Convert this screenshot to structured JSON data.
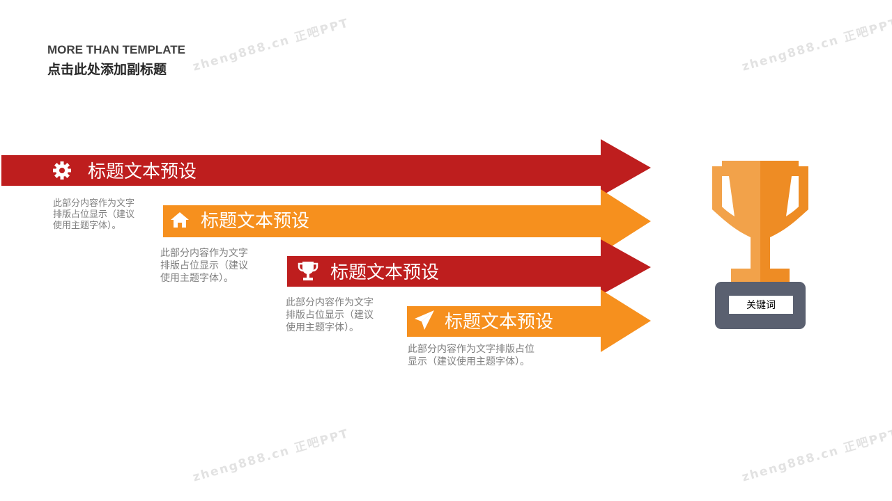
{
  "header": {
    "title": "MORE THAN TEMPLATE",
    "subtitle": "点击此处添加副标题"
  },
  "watermark": {
    "text": "zheng888.cn 正吧PPT"
  },
  "colors": {
    "red": "#BE1E1E",
    "orange": "#F6901E",
    "trophy_light": "#F2A24A",
    "trophy_dark": "#EE8C24",
    "base": "#5A6070"
  },
  "rows": [
    {
      "icon": "gear-icon",
      "title": "标题文本预设",
      "desc_lines": [
        "此部分内容作为文字",
        "排版占位显示（建议",
        "使用主题字体）。"
      ]
    },
    {
      "icon": "home-icon",
      "title": "标题文本预设",
      "desc_lines": [
        "此部分内容作为文字",
        "排版占位显示（建议",
        "使用主题字体）。"
      ]
    },
    {
      "icon": "trophy-icon",
      "title": "标题文本预设",
      "desc_lines": [
        "此部分内容作为文字",
        "排版占位显示（建议",
        "使用主题字体）。"
      ]
    },
    {
      "icon": "paper-plane-icon",
      "title": "标题文本预设",
      "desc_lines": [
        "此部分内容作为文字排版占位",
        "显示（建议使用主题字体）。"
      ]
    }
  ],
  "trophy": {
    "keyword": "关键词"
  }
}
